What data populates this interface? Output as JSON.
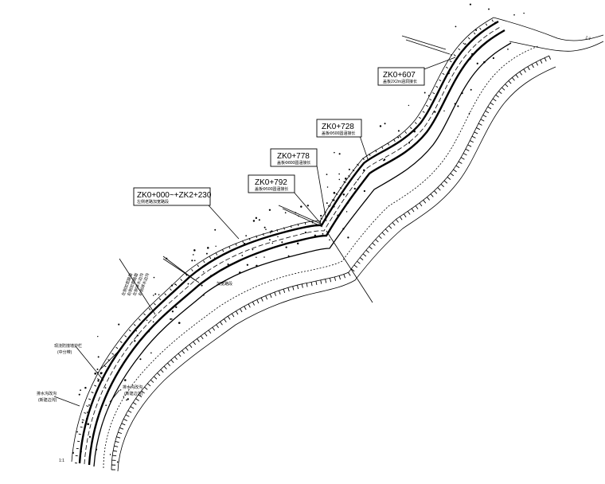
{
  "callouts": [
    {
      "id": "zk0-607",
      "station": "ZK0+607",
      "desc": "盖板2X2m涵洞接长"
    },
    {
      "id": "zk0-728",
      "station": "ZK0+728",
      "desc": "盖板Φ500圆涵接长"
    },
    {
      "id": "zk0-778",
      "station": "ZK0+778",
      "desc": "盖板Φ800圆涵接长"
    },
    {
      "id": "zk0-792",
      "station": "ZK0+792",
      "desc": "盖板Φ500圆涵接长"
    },
    {
      "id": "zk-range",
      "station": "ZK0+000~+ZK2+230",
      "desc": "左侧老路加宽路段"
    }
  ],
  "side_notes": {
    "vertical_group": [
      "左侧加宽路面",
      "右侧加宽路面",
      "左侧排水边沟",
      "右侧排水边沟"
    ],
    "left_notes": [
      {
        "line1": "现浇防撞墙护栏",
        "line2": "(中分带)"
      },
      {
        "line1": "排水沟改沟",
        "line2": "(新建边沟)"
      },
      {
        "line1": "排水沟改沟",
        "line2": "(新建边沟)"
      }
    ]
  },
  "road_labels": {
    "center": "加宽路段",
    "scale_left": "1:1",
    "scale_right": "1:1"
  }
}
